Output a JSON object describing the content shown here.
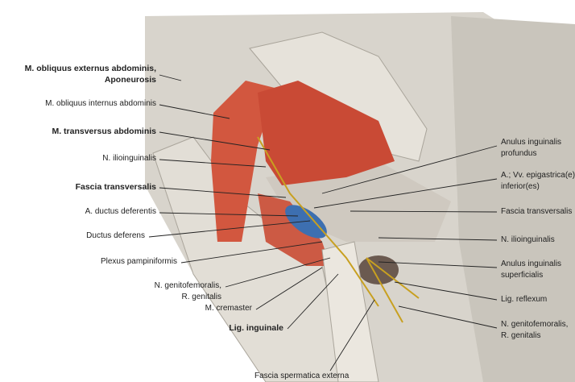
{
  "left_labels": {
    "obliquus_externus_1": "M. obliquus externus abdominis,",
    "obliquus_externus_2": "Aponeurosis",
    "obliquus_internus": "M. obliquus internus abdominis",
    "transversus": "M. transversus abdominis",
    "ilioinguinalis": "N. ilioinguinalis",
    "fascia_transversalis": "Fascia transversalis",
    "a_ductus": "A. ductus deferentis",
    "ductus_deferens": "Ductus deferens",
    "plexus": "Plexus pampiniformis",
    "genitofemoralis_1": "N. genitofemoralis,",
    "genitofemoralis_2": "R. genitalis",
    "cremaster": "M. cremaster",
    "lig_inguinale": "Lig. inguinale",
    "fascia_spermatica": "Fascia spermatica externa"
  },
  "right_labels": {
    "anulus_prof_1": "Anulus inguinalis",
    "anulus_prof_2": "profundus",
    "epigastrica_1": "A.; Vv. epigastrica(e)",
    "epigastrica_2": "inferior(es)",
    "fascia_transversalis": "Fascia transversalis",
    "ilioinguinalis": "N. ilioinguinalis",
    "anulus_sup_1": "Anulus inguinalis",
    "anulus_sup_2": "superficialis",
    "lig_reflexum": "Lig. reflexum",
    "genitofemoralis_1": "N. genitofemoralis,",
    "genitofemoralis_2": "R. genitalis"
  }
}
